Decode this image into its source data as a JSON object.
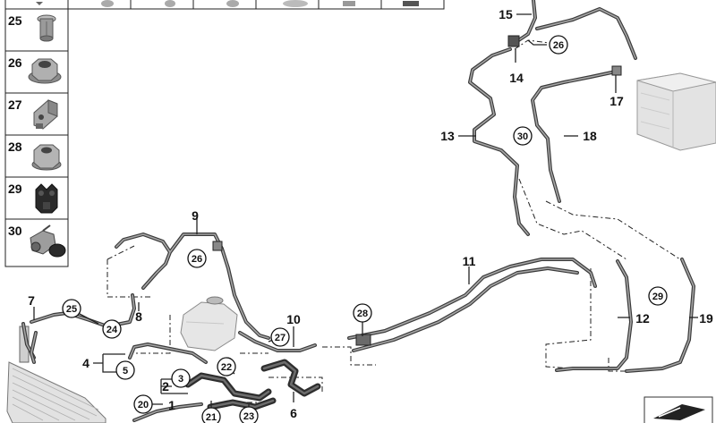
{
  "side_parts": [
    {
      "number": "25",
      "icon": "expansion-rivet-icon"
    },
    {
      "number": "26",
      "icon": "hex-flange-nut-icon"
    },
    {
      "number": "27",
      "icon": "pipe-holder-bracket-icon"
    },
    {
      "number": "28",
      "icon": "hex-nut-icon"
    },
    {
      "number": "29",
      "icon": "pipe-clip-icon"
    },
    {
      "number": "30",
      "icon": "cable-tie-holder-icon"
    }
  ],
  "plain_labels": [
    "1",
    "2",
    "4",
    "6",
    "7",
    "8",
    "9",
    "10",
    "11",
    "12",
    "13",
    "14",
    "15",
    "17",
    "18",
    "19"
  ],
  "circled_labels": [
    "3",
    "5",
    "20",
    "21",
    "22",
    "23",
    "24",
    "25",
    "26",
    "26",
    "27",
    "28",
    "29",
    "30"
  ],
  "colors": {
    "line": "#222222",
    "pipe_dark": "#3b3b3b",
    "pipe_light": "#a6a6a6",
    "part_grey": "#9c9c9c"
  }
}
